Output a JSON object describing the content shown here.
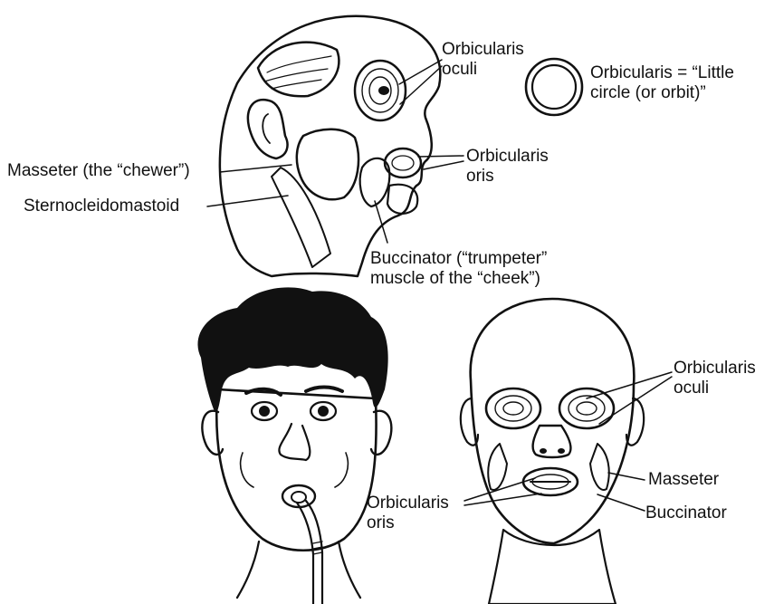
{
  "top_illustration": {
    "labels": {
      "orbicularis_oculi": "Orbicularis\noculi",
      "orbicularis_definition": "Orbicularis = “Little\ncircle (or orbit)”",
      "masseter": "Masseter (the “chewer”)",
      "sternocleidomastoid": "Sternocleidomastoid",
      "orbicularis_oris": "Orbicularis\noris",
      "buccinator": "Buccinator (“trumpeter”\nmuscle of the “cheek”)"
    }
  },
  "front_illustration": {
    "labels": {
      "orbicularis_oculi": "Orbicularis\noculi",
      "masseter": "Masseter",
      "buccinator": "Buccinator",
      "orbicularis_oris": "Orbicularis\noris"
    }
  }
}
